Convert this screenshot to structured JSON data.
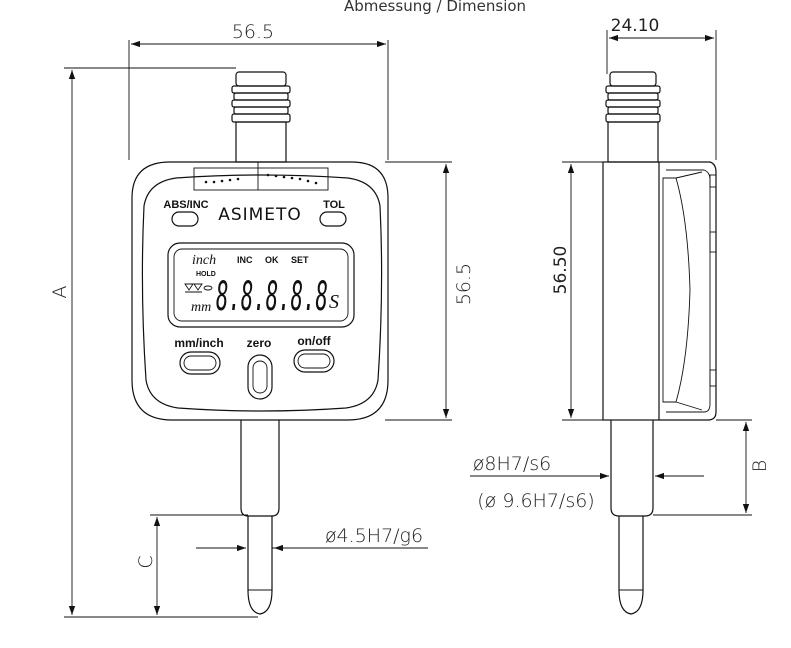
{
  "header": {
    "title": "Abmessung / Dimension"
  },
  "brand": "ASIMETO",
  "buttons": {
    "abs_inc": "ABS/INC",
    "tol": "TOL",
    "mm_inch": "mm/inch",
    "zero": "zero",
    "on_off": "on/off"
  },
  "lcd": {
    "unit_inch": "inch",
    "inc": "INC",
    "ok": "OK",
    "set": "SET",
    "hold": "HOLD",
    "unit_mm": "mm",
    "digits": "8.8.8.8.8",
    "suffix": "S"
  },
  "dimensions": {
    "front_width": "56.5",
    "front_height": "56.5",
    "overall_height": "A",
    "stem_length": "C",
    "stem_tip": "ø4.5H7/g6",
    "side_depth": "24.10",
    "side_height": "56.50",
    "stem_clamp": "ø8H7/s6",
    "stem_clamp_alt": "(ø 9.6H7/s6)",
    "stem_offset": "B"
  }
}
